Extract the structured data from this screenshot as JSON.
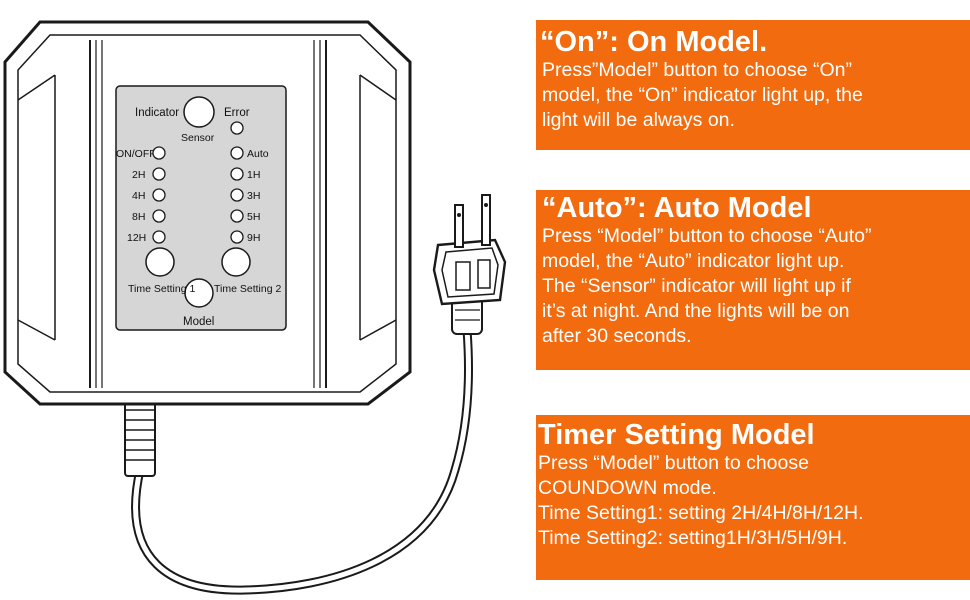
{
  "device": {
    "indicator_label": "Indicator",
    "sensor_label": "Sensor",
    "error_label": "Error",
    "left_indicators": [
      "ON/OFF",
      "2H",
      "4H",
      "8H",
      "12H"
    ],
    "right_indicators": [
      "Auto",
      "1H",
      "3H",
      "5H",
      "9H"
    ],
    "time_setting_1_label": "Time Setting 1",
    "time_setting_2_label": "Time Setting 2",
    "model_label": "Model"
  },
  "callouts": {
    "on": {
      "title": "“On”: On Model.",
      "lines": [
        "Press”Model” button to choose “On”",
        "model, the “On” indicator light up, the",
        "light will be always on."
      ]
    },
    "auto": {
      "title": "“Auto”: Auto Model",
      "lines": [
        "Press “Model” button to choose “Auto”",
        "model, the “Auto” indicator light up.",
        "The “Sensor” indicator will light up if",
        "it’s at night. And the lights will be on",
        "after 30 seconds."
      ]
    },
    "timer": {
      "title": "Timer Setting Model",
      "lines": [
        "Press “Model” button to choose",
        "COUNDOWN mode.",
        "Time Setting1: setting 2H/4H/8H/12H.",
        "Time Setting2: setting1H/3H/5H/9H."
      ]
    }
  },
  "colors": {
    "callout_bg": "#f26b0f",
    "callout_text": "#ffffff",
    "line_art": "#1a1a1a"
  }
}
